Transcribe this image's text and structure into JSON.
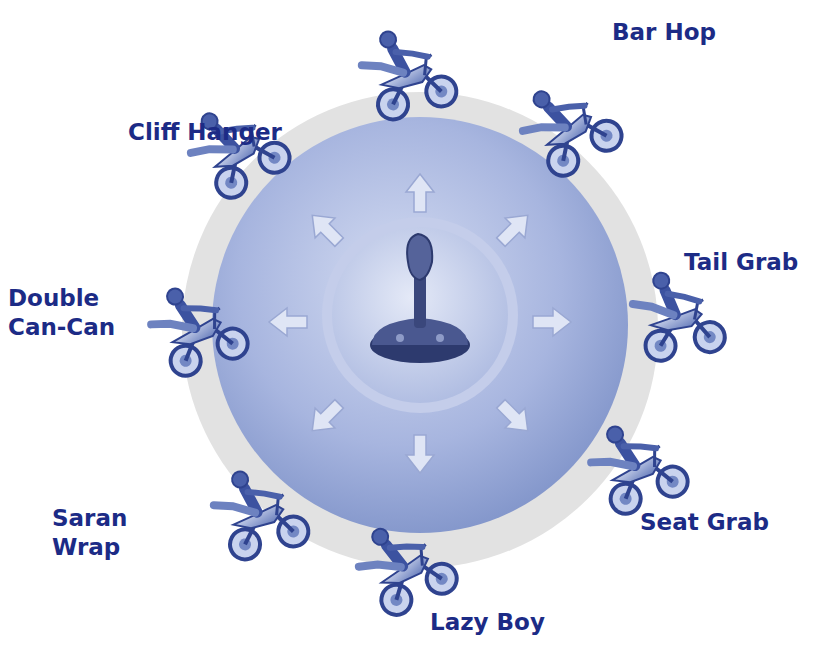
{
  "diagram": {
    "labels": [
      "Cliff Hanger",
      "Bar Hop",
      "Tail Grab",
      "Double Can-Can",
      "Seat Grab",
      "Saran Wrap",
      "Lazy Boy"
    ]
  }
}
